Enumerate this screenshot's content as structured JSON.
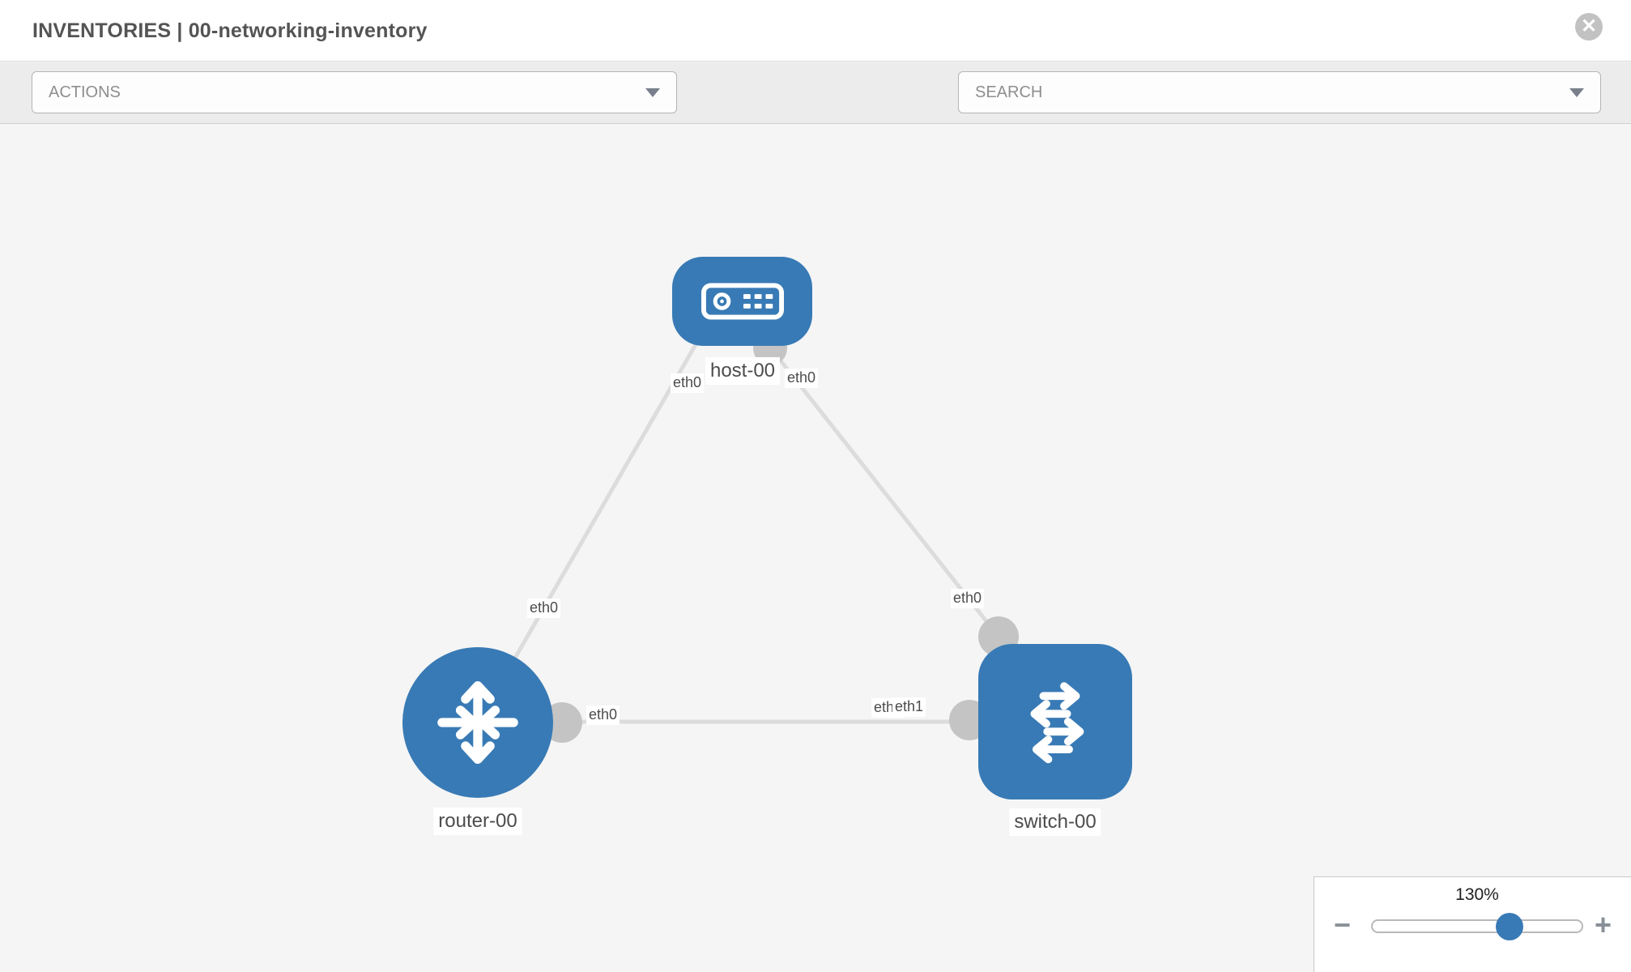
{
  "header": {
    "title": "INVENTORIES | 00-networking-inventory",
    "close_glyph": "✕"
  },
  "toolbar": {
    "actions_label": "ACTIONS",
    "search_placeholder": "SEARCH",
    "icons": [
      "wrench-icon",
      "key-icon"
    ]
  },
  "topology": {
    "nodes": [
      {
        "id": "host-00",
        "type": "host",
        "label": "host-00"
      },
      {
        "id": "router-00",
        "type": "router",
        "label": "router-00"
      },
      {
        "id": "switch-00",
        "type": "switch",
        "label": "switch-00"
      }
    ],
    "links": [
      {
        "from": "host-00",
        "to": "router-00",
        "labels": [
          "eth0",
          "eth0"
        ]
      },
      {
        "from": "host-00",
        "to": "switch-00",
        "labels": [
          "eth0",
          "eth0"
        ]
      },
      {
        "from": "router-00",
        "to": "switch-00",
        "labels": [
          "eth0",
          "eth0",
          "eth1"
        ]
      }
    ]
  },
  "zoom_control": {
    "value": "130%",
    "minus_glyph": "−",
    "plus_glyph": "+"
  },
  "colors": {
    "node_blue": "#387ab5",
    "link_gray": "#dcdcdc",
    "endpoint_gray": "#c4c4c4",
    "canvas_bg": "#f5f5f5",
    "toolbar_bg": "#ececec"
  }
}
